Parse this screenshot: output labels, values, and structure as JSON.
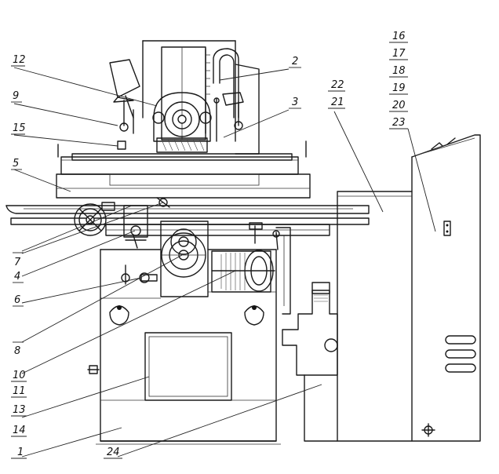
{
  "labels": [
    {
      "id": "12",
      "text": "12"
    },
    {
      "id": "9",
      "text": "9"
    },
    {
      "id": "15",
      "text": "15"
    },
    {
      "id": "5",
      "text": "5"
    },
    {
      "id": "7",
      "text": "7"
    },
    {
      "id": "4",
      "text": "4"
    },
    {
      "id": "6",
      "text": "6"
    },
    {
      "id": "8",
      "text": "8"
    },
    {
      "id": "10",
      "text": "10"
    },
    {
      "id": "11",
      "text": "11"
    },
    {
      "id": "13",
      "text": "13"
    },
    {
      "id": "14",
      "text": "14"
    },
    {
      "id": "1",
      "text": "1"
    },
    {
      "id": "24",
      "text": "24"
    },
    {
      "id": "2",
      "text": "2"
    },
    {
      "id": "3",
      "text": "3"
    },
    {
      "id": "22",
      "text": "22"
    },
    {
      "id": "21",
      "text": "21"
    },
    {
      "id": "16",
      "text": "16"
    },
    {
      "id": "17",
      "text": "17"
    },
    {
      "id": "18",
      "text": "18"
    },
    {
      "id": "19",
      "text": "19"
    },
    {
      "id": "20",
      "text": "20"
    },
    {
      "id": "23",
      "text": "23"
    }
  ]
}
